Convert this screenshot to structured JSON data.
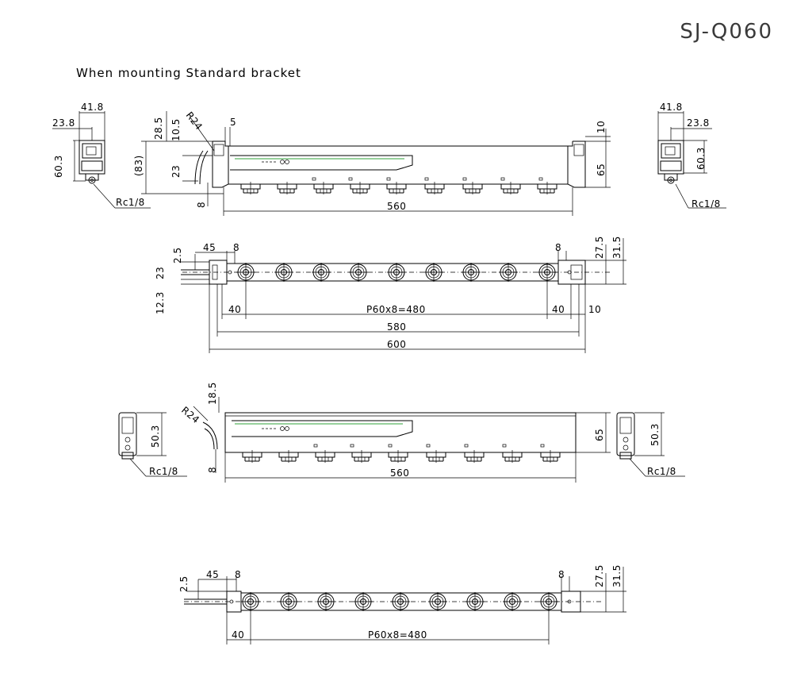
{
  "header": {
    "model": "SJ-Q060",
    "subtitle": "When mounting Standard bracket"
  },
  "view1": {
    "left_end": {
      "d_width": "41.8",
      "d_offset": "23.8",
      "d_height": "60.3",
      "thread": "Rc1/8"
    },
    "front": {
      "d_top_offset": "28.5",
      "d_upper": "10.5",
      "d_radius": "R24",
      "d_tab": "5",
      "d_lower": "23",
      "d_total": "(83)",
      "d_base": "8",
      "d_length": "560",
      "d_right_top": "10",
      "d_right_height": "65"
    },
    "right_end": {
      "d_width": "41.8",
      "d_offset": "23.8",
      "d_height": "60.3",
      "thread": "Rc1/8"
    }
  },
  "view2": {
    "d_offset_2_5": "2.5",
    "d_cable": "45",
    "d_left_8": "8",
    "d_left_23": "23",
    "d_left_12_3": "12.3",
    "d_right_8": "8",
    "d_right_27_5": "27.5",
    "d_right_31_5": "31.5",
    "d_left_40": "40",
    "d_pitch": "P60x8=480",
    "d_right_40": "40",
    "d_right_10": "10",
    "d_580": "580",
    "d_600": "600"
  },
  "view3": {
    "left_end": {
      "d_height": "50.3",
      "thread": "Rc1/8"
    },
    "front": {
      "d_top": "18.5",
      "d_radius": "R24",
      "d_height": "65",
      "d_base": "8",
      "d_length": "560"
    },
    "right_end": {
      "d_height": "50.3",
      "thread": "Rc1/8"
    }
  },
  "view4": {
    "d_offset_2_5": "2.5",
    "d_cable": "45",
    "d_left_8": "8",
    "d_right_8": "8",
    "d_right_27_5": "27.5",
    "d_right_31_5": "31.5",
    "d_left_40": "40",
    "d_pitch": "P60x8=480"
  },
  "colors": {
    "line": "#000000",
    "indicator": "#2fa23a",
    "title": "#3a3a3a"
  }
}
